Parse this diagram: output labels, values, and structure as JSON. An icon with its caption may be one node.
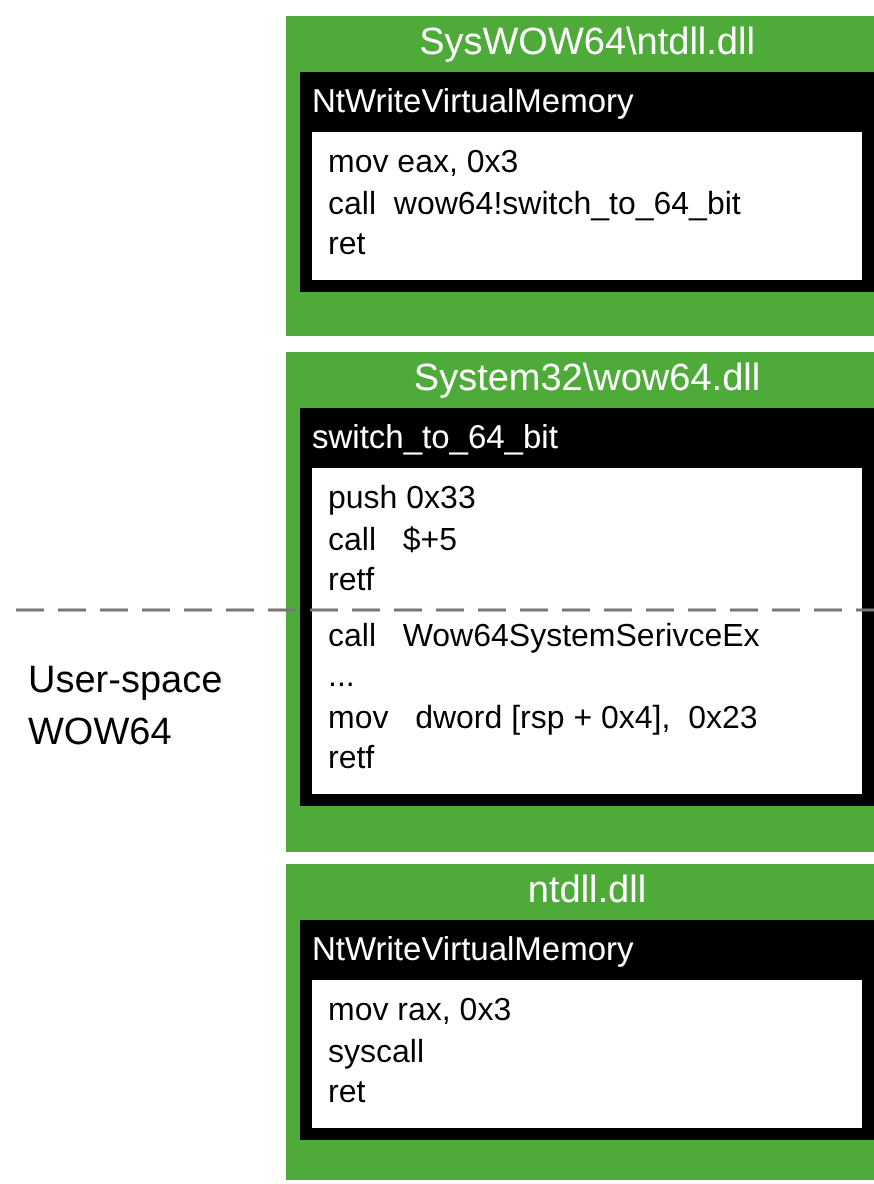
{
  "diagram": {
    "nodes": [
      {
        "text": [
          "SysWOW64\\ntdll.dll"
        ]
      },
      {
        "text": [
          "NtWriteVirtualMemory"
        ],
        "in": 0
      },
      {
        "text": [
          "mov eax, 0x3",
          "call  wow64!switch_to_64_bit",
          "ret"
        ],
        "in": 1
      },
      {
        "text": [
          "System32\\wow64.dll"
        ]
      },
      {
        "text": [
          "switch_to_64_bit"
        ],
        "in": 3
      },
      {
        "text": [
          "push 0x33",
          "call   $+5",
          "retf",
          "call   Wow64SystemSerivceEx",
          "...",
          "mov   dword [rsp + 0x4],  0x23",
          "retf"
        ],
        "in": 4
      },
      {
        "text": [
          "ntdll.dll"
        ]
      },
      {
        "text": [
          "NtWriteVirtualMemory"
        ],
        "in": 6
      },
      {
        "text": [
          "mov rax, 0x3",
          "syscall",
          "ret"
        ],
        "in": 7
      }
    ],
    "labels": [
      "User-space WOW64"
    ]
  }
}
